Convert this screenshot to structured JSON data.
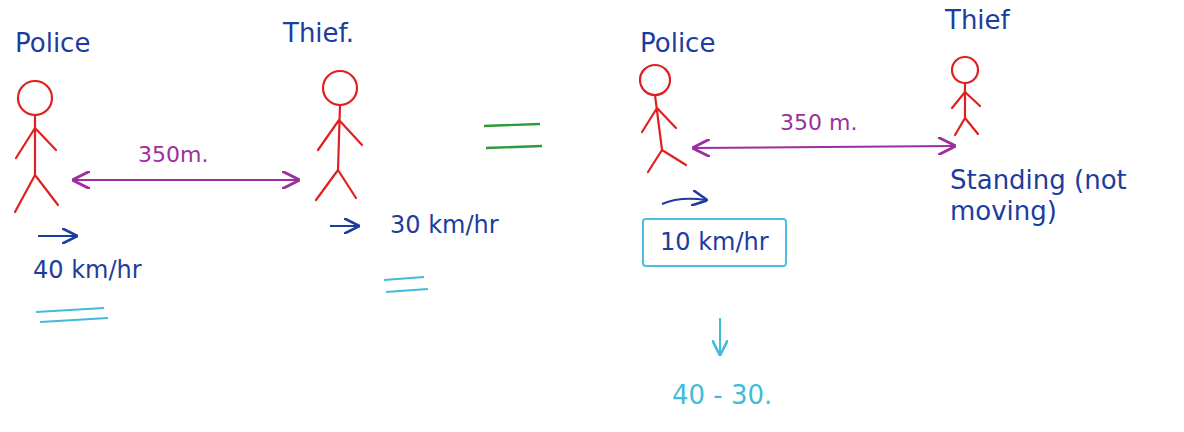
{
  "diagram": {
    "nodes": [
      {
        "text": [
          "10 km/hr"
        ]
      }
    ],
    "labels": [
      "Police",
      "Thief.",
      "350m.",
      "40 km/hr",
      "30 km/hr",
      "Police",
      "Thief",
      "350 m.",
      "Standing (not moving)",
      "40 - 30."
    ]
  }
}
